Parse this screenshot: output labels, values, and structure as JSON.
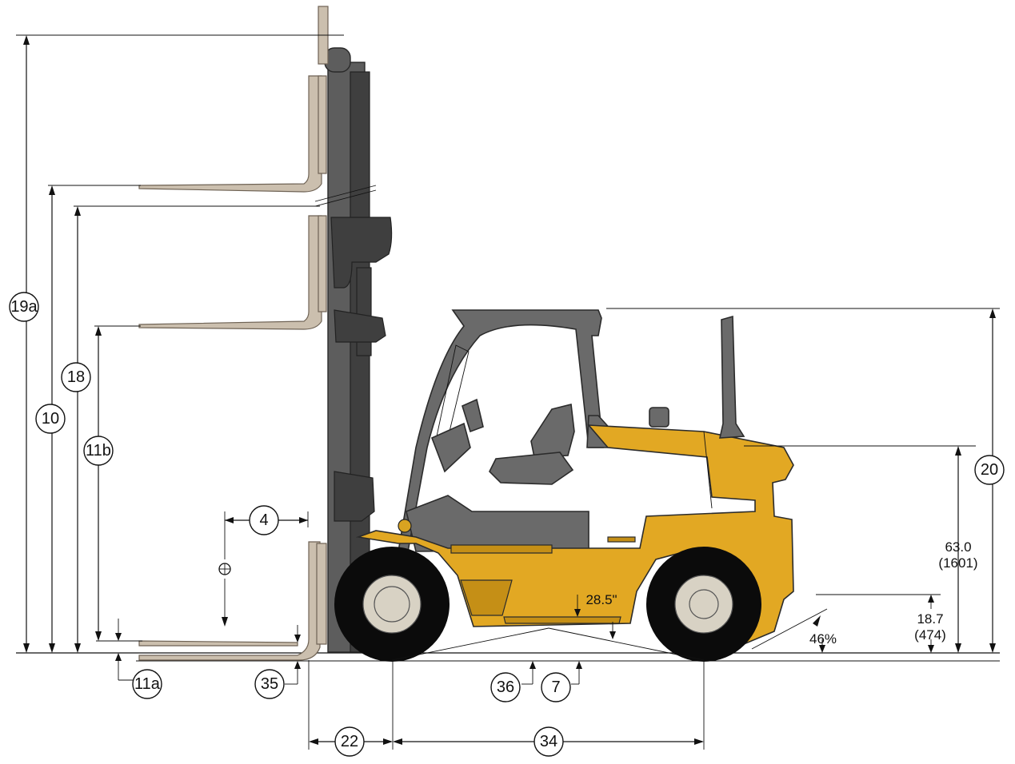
{
  "dimensions": {
    "d19a": "19a",
    "d18": "18",
    "d10": "10",
    "d11b": "11b",
    "d11a": "11a",
    "d4": "4",
    "d35": "35",
    "d22": "22",
    "d34": "34",
    "d36": "36",
    "d7": "7",
    "d20": "20"
  },
  "values": {
    "clearance": "28.5\"",
    "seat_height": "63.0",
    "seat_height_mm": "(1601)",
    "step_height": "18.7",
    "step_height_mm": "(474)",
    "grade": "46%"
  },
  "colors": {
    "body": "#e2a823",
    "mast": "#5d5d5d",
    "fork": "#cbbfae",
    "tire": "#0b0b0b"
  }
}
